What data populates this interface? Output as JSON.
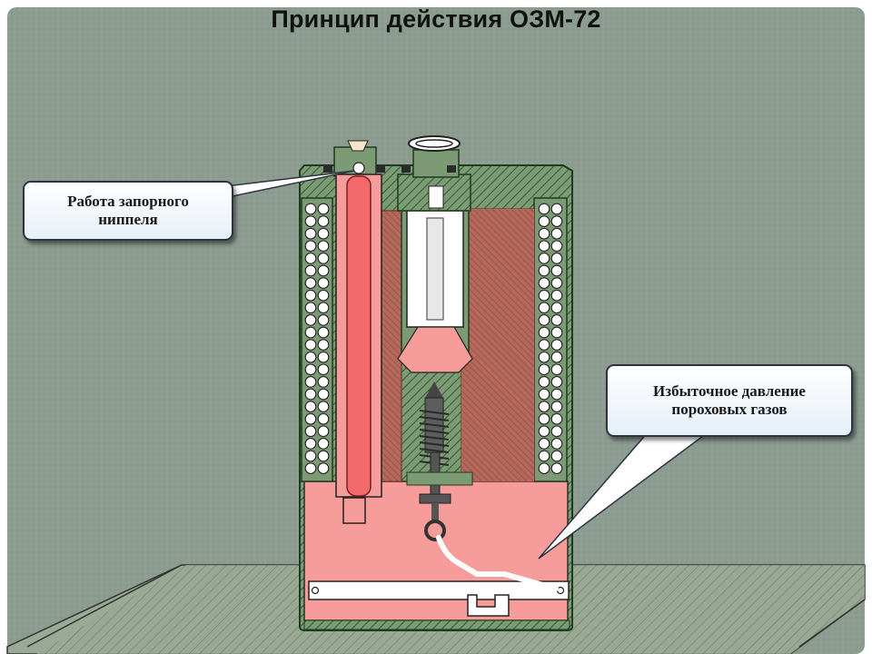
{
  "title": "Принцип действия ОЗМ-72",
  "callouts": {
    "left": {
      "line1": "Работа запорного",
      "line2": "ниппеля"
    },
    "right": {
      "line1": "Избыточное давление",
      "line2": "пороховых газов"
    }
  },
  "colors": {
    "background": "#8a9a8e",
    "ground": "#95a591",
    "gas": "#f39a98",
    "hatch": "#3b6a3d",
    "charge": "#b56a5a"
  }
}
